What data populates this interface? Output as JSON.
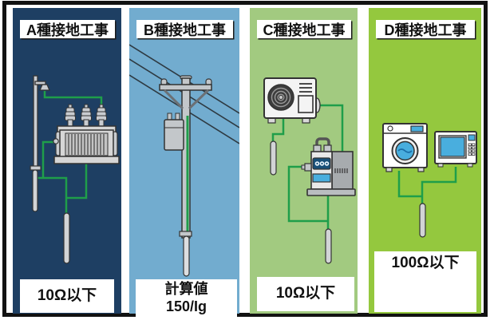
{
  "colors": {
    "frame_border": "#121212",
    "panel_a_bg": "#1e3f63",
    "panel_b_bg": "#72accf",
    "panel_c_bg": "#a2ca80",
    "panel_d_bg": "#94c83e",
    "wire_green": "#1f9e4a",
    "label_bg": "#ffffff",
    "label_text": "#111111",
    "accent_blue": "#49aede"
  },
  "panels": [
    {
      "key": "a",
      "label": "A種接地工事",
      "value": "10Ω以下",
      "illustration": "high-voltage-transformer-with-lightning-arrester-and-ground-rods"
    },
    {
      "key": "b",
      "label": "B種接地工事",
      "value": "計算値\n150/Ig",
      "illustration": "utility-pole-with-pole-transformer-power-lines-and-ground-rod"
    },
    {
      "key": "c",
      "label": "C種接地工事",
      "value": "10Ω以下",
      "illustration": "air-conditioner-outdoor-unit-and-motor-with-ground-rods"
    },
    {
      "key": "d",
      "label": "D種接地工事",
      "value": "100Ω以下",
      "illustration": "washing-machine-and-microwave-with-ground-rod"
    }
  ]
}
